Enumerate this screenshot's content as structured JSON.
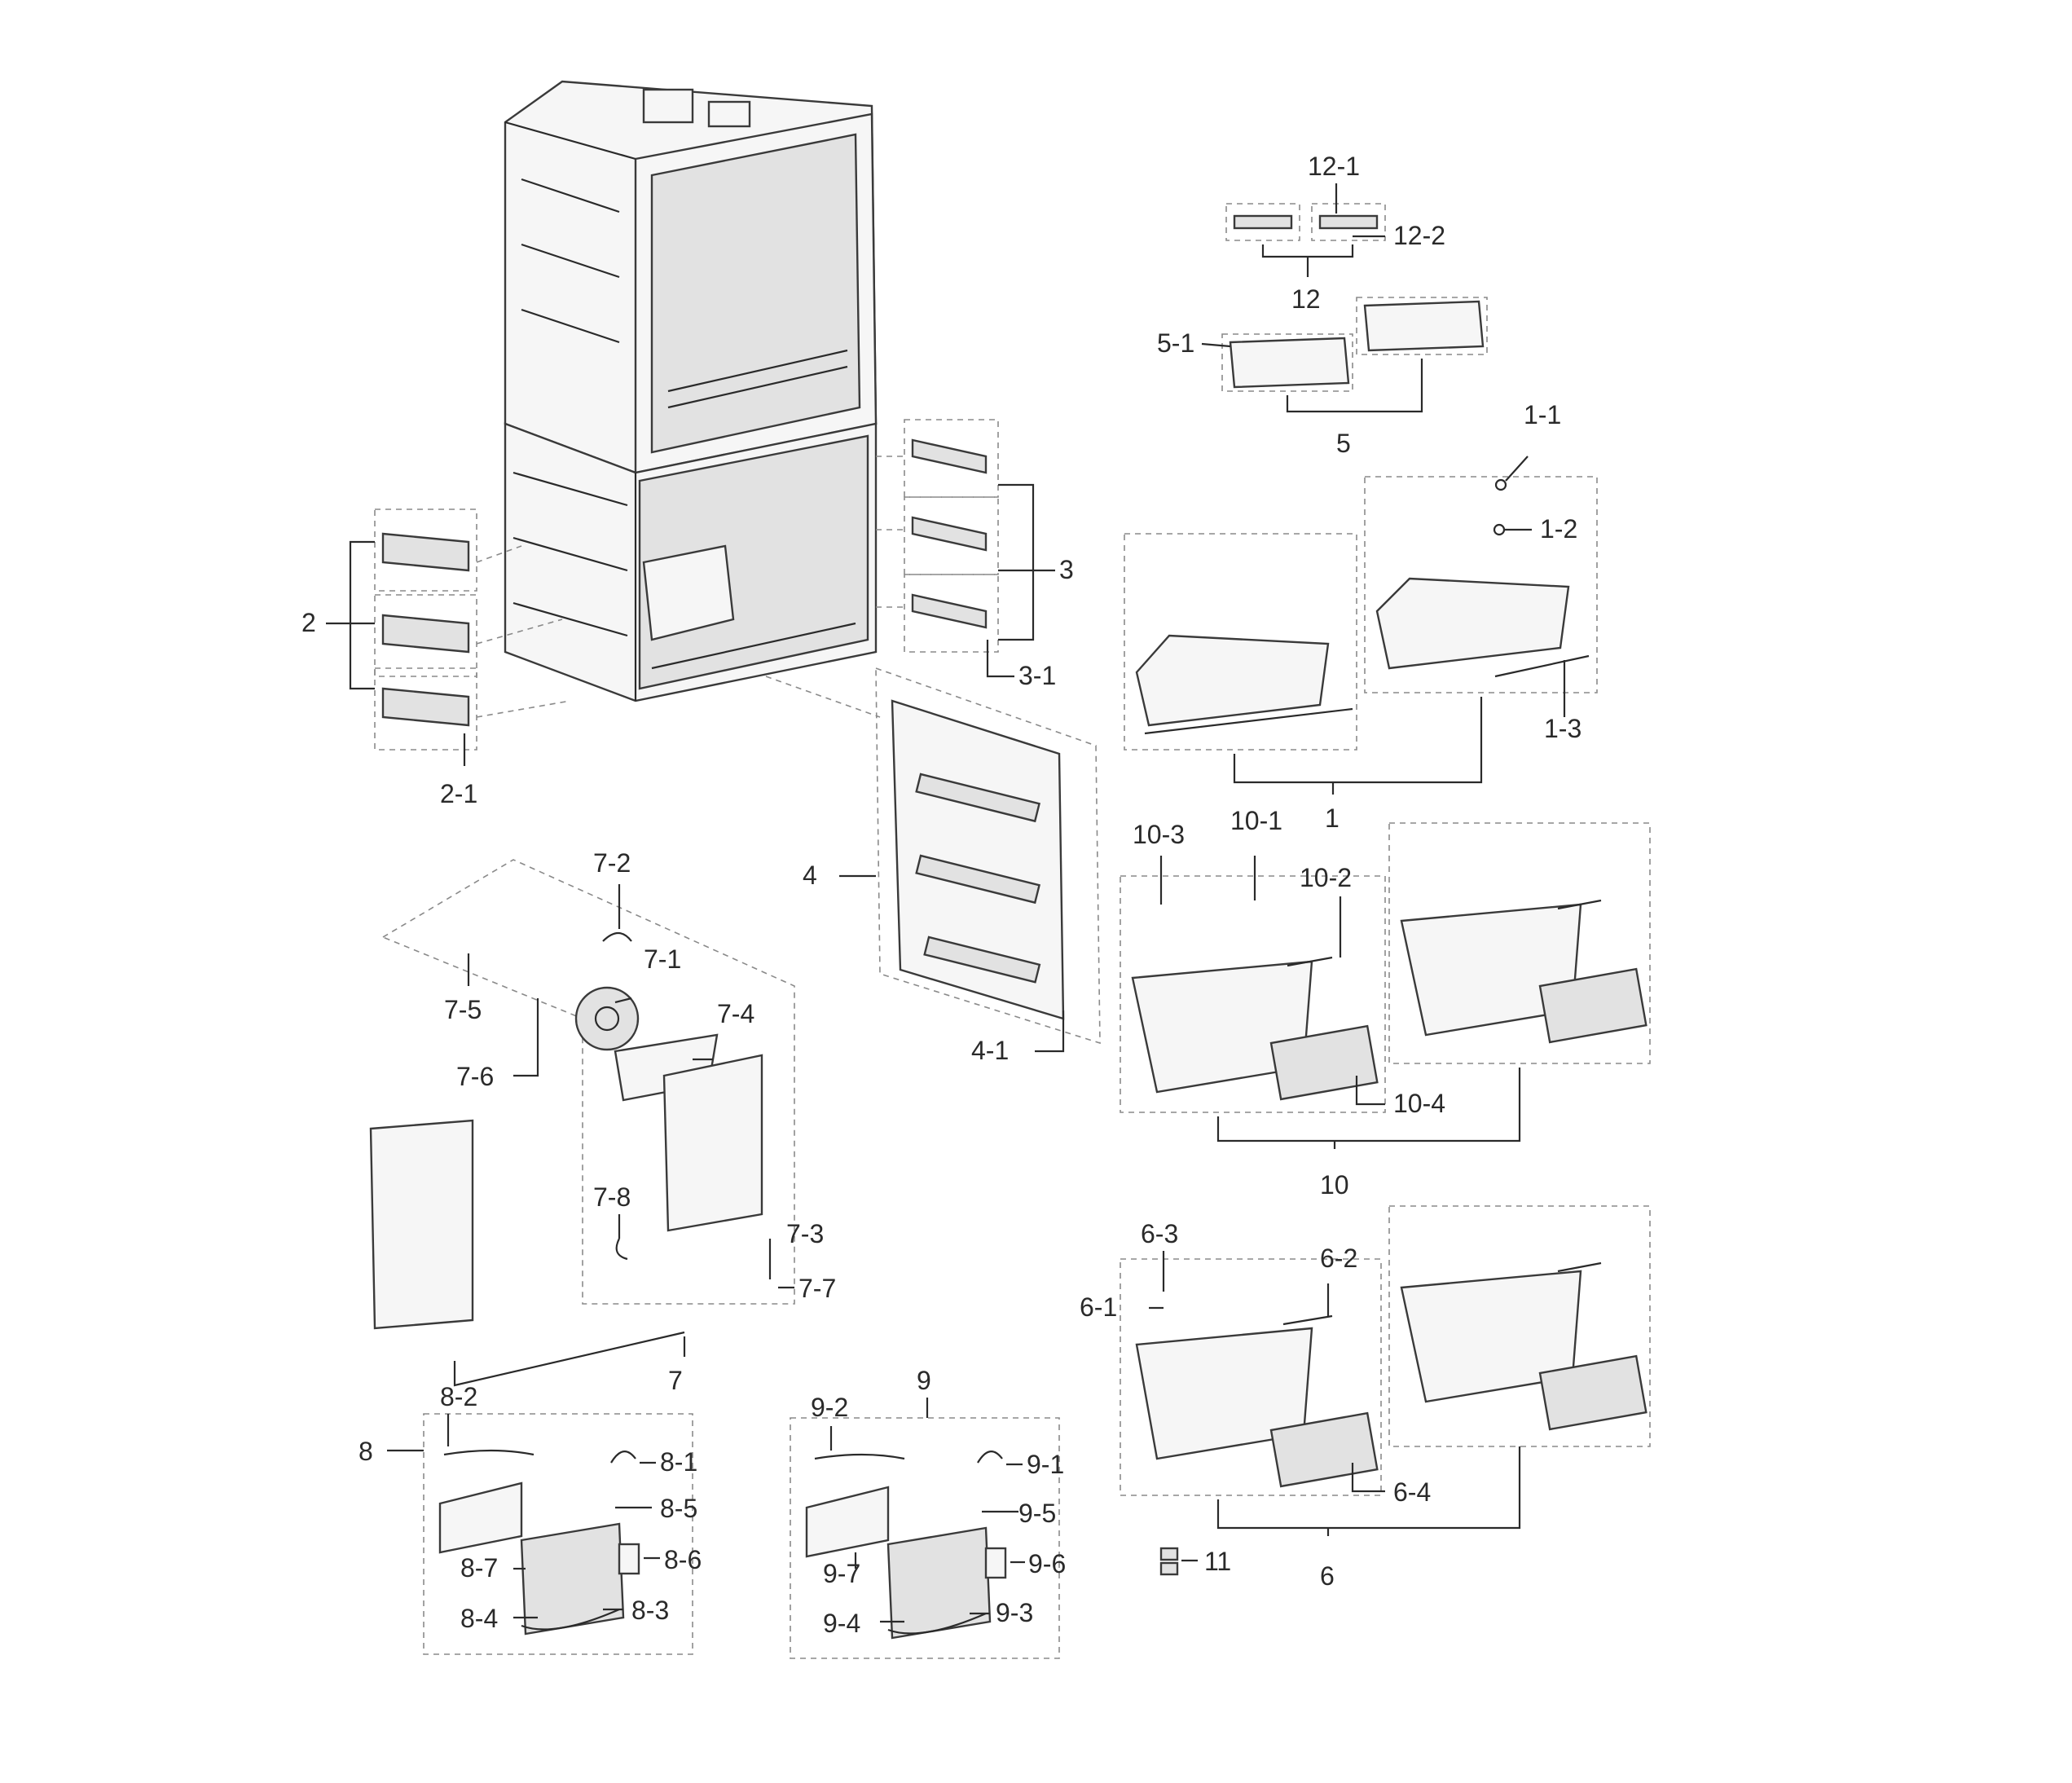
{
  "labels": [
    "12-1",
    "12-2",
    "12",
    "5-1",
    "5",
    "1-1",
    "1-2",
    "1-3",
    "1",
    "3",
    "3-1",
    "2",
    "2-1",
    "4",
    "4-1",
    "10-3",
    "10-1",
    "10-2",
    "10-4",
    "10",
    "7-2",
    "7-1",
    "7-5",
    "7-4",
    "7-6",
    "7-8",
    "7-3",
    "7-7",
    "7",
    "6-3",
    "6-2",
    "6-1",
    "6-4",
    "6",
    "11",
    "8-2",
    "8-1",
    "8-5",
    "8",
    "8-7",
    "8-6",
    "8-4",
    "8-3",
    "9",
    "9-2",
    "9-1",
    "9-5",
    "9-7",
    "9-6",
    "9-4",
    "9-3"
  ]
}
